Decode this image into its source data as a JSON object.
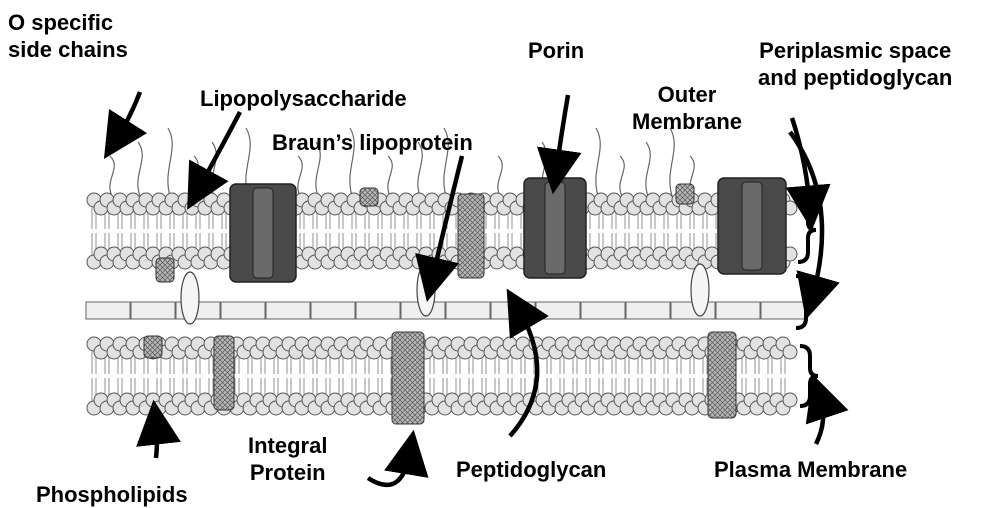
{
  "diagram": {
    "labels": {
      "o_specific": [
        "O specific",
        "side chains"
      ],
      "lipopolysaccharide": "Lipopolysaccharide",
      "porin": "Porin",
      "outer_membrane": [
        "Outer",
        "Membrane"
      ],
      "periplasmic": [
        "Periplasmic space",
        "and peptidoglycan"
      ],
      "brauns": "Braun’s lipoprotein",
      "integral": [
        "Integral",
        "Protein"
      ],
      "peptidoglycan": "Peptidoglycan",
      "plasma": "Plasma Membrane",
      "phospholipids": "Phospholipids"
    },
    "colors": {
      "lipid_head_fill": "#e2e2e2",
      "lipid_head_stroke": "#555555",
      "porin_fill": "#4a4a4a",
      "protein_fill": "#9a9a9a",
      "peptidoglycan_fill": "#efefef",
      "ink": "#000000"
    }
  }
}
